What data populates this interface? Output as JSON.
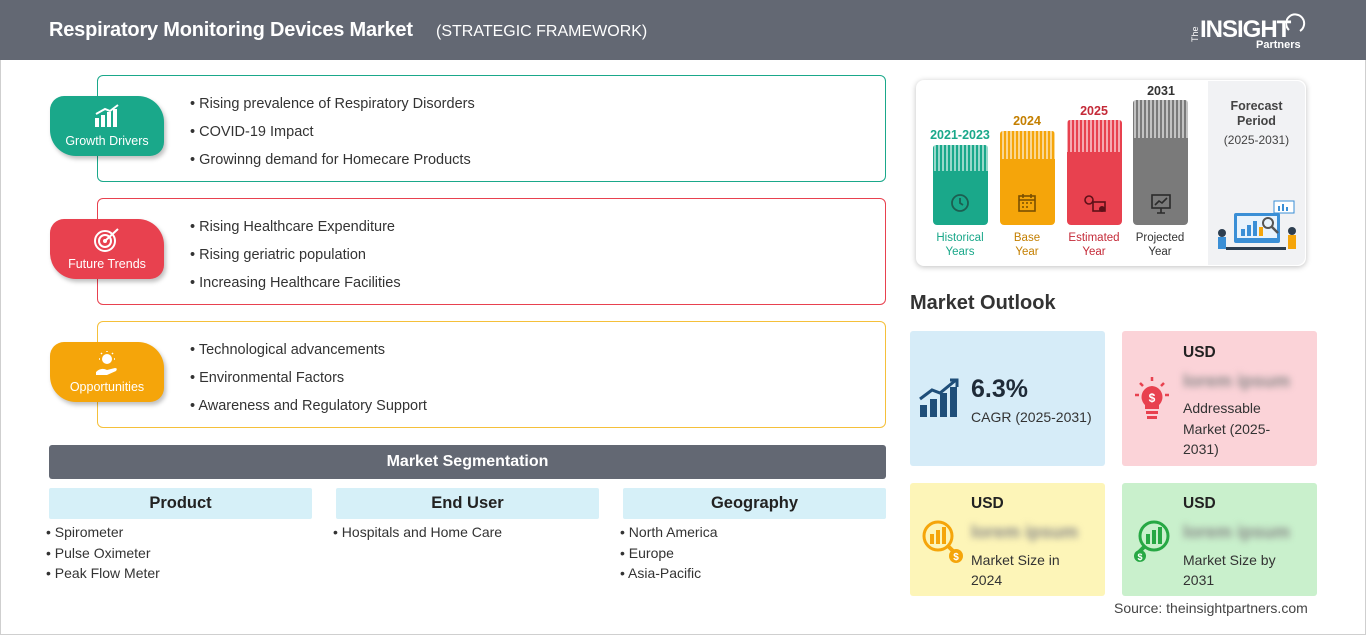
{
  "header": {
    "title": "Respiratory Monitoring Devices Market",
    "subtitle": "(STRATEGIC FRAMEWORK)",
    "logo": {
      "the": "The",
      "main": "INSIGHT",
      "partners": "Partners"
    }
  },
  "framework": [
    {
      "label": "Growth Drivers",
      "icon": "bar-chart-growth-icon",
      "color": "#1aa88a",
      "items": [
        "Rising prevalence of Respiratory Disorders",
        "COVID-19 Impact",
        "Growinng demand for Homecare Products"
      ]
    },
    {
      "label": "Future Trends",
      "icon": "target-icon",
      "color": "#e8414f",
      "items": [
        "Rising Healthcare Expenditure",
        "Rising geriatric population",
        "Increasing Healthcare Facilities"
      ]
    },
    {
      "label": "Opportunities",
      "icon": "lightbulb-hand-icon",
      "color": "#f5a50a",
      "items": [
        "Technological advancements",
        "Environmental Factors",
        "Awareness and Regulatory Support"
      ]
    }
  ],
  "segmentation": {
    "title": "Market Segmentation",
    "columns": [
      {
        "header": "Product",
        "items": [
          "Spirometer",
          "Pulse Oximeter",
          "Peak Flow Meter"
        ]
      },
      {
        "header": "End User",
        "items": [
          "Hospitals and Home Care"
        ]
      },
      {
        "header": "Geography",
        "items": [
          "North America",
          "Europe",
          "Asia-Pacific"
        ]
      }
    ]
  },
  "timeline": {
    "bars": [
      {
        "year": "2021-2023",
        "label_line1": "Historical",
        "label_line2": "Years",
        "color": "#1aa88a",
        "icon": "history-clock-icon"
      },
      {
        "year": "2024",
        "label_line1": "Base",
        "label_line2": "Year",
        "color": "#f5a50a",
        "icon": "calendar-icon"
      },
      {
        "year": "2025",
        "label_line1": "Estimated",
        "label_line2": "Year",
        "color": "#e8414f",
        "icon": "estimate-gears-icon"
      },
      {
        "year": "2031",
        "label_line1": "Projected",
        "label_line2": "Year",
        "color": "#7a7a7a",
        "icon": "presentation-chart-icon"
      }
    ],
    "forecast": {
      "line1": "Forecast",
      "line2": "Period",
      "line3": "(2025-2031)"
    }
  },
  "outlook": {
    "title": "Market Outlook",
    "cagr": {
      "value": "6.3%",
      "label": "CAGR (2025-2031)"
    },
    "addressable": {
      "currency": "USD",
      "value": "lorem ipsum",
      "label_line1": "Addressable",
      "label_line2": "Market (2025-",
      "label_line3": "2031)"
    },
    "size_2024": {
      "currency": "USD",
      "value": "lorem ipsum",
      "label_line1": "Market Size in",
      "label_line2": "2024"
    },
    "size_2031": {
      "currency": "USD",
      "value": "lorem ipsum",
      "label_line1": "Market Size by",
      "label_line2": "2031"
    }
  },
  "source": "Source: theinsightpartners.com"
}
